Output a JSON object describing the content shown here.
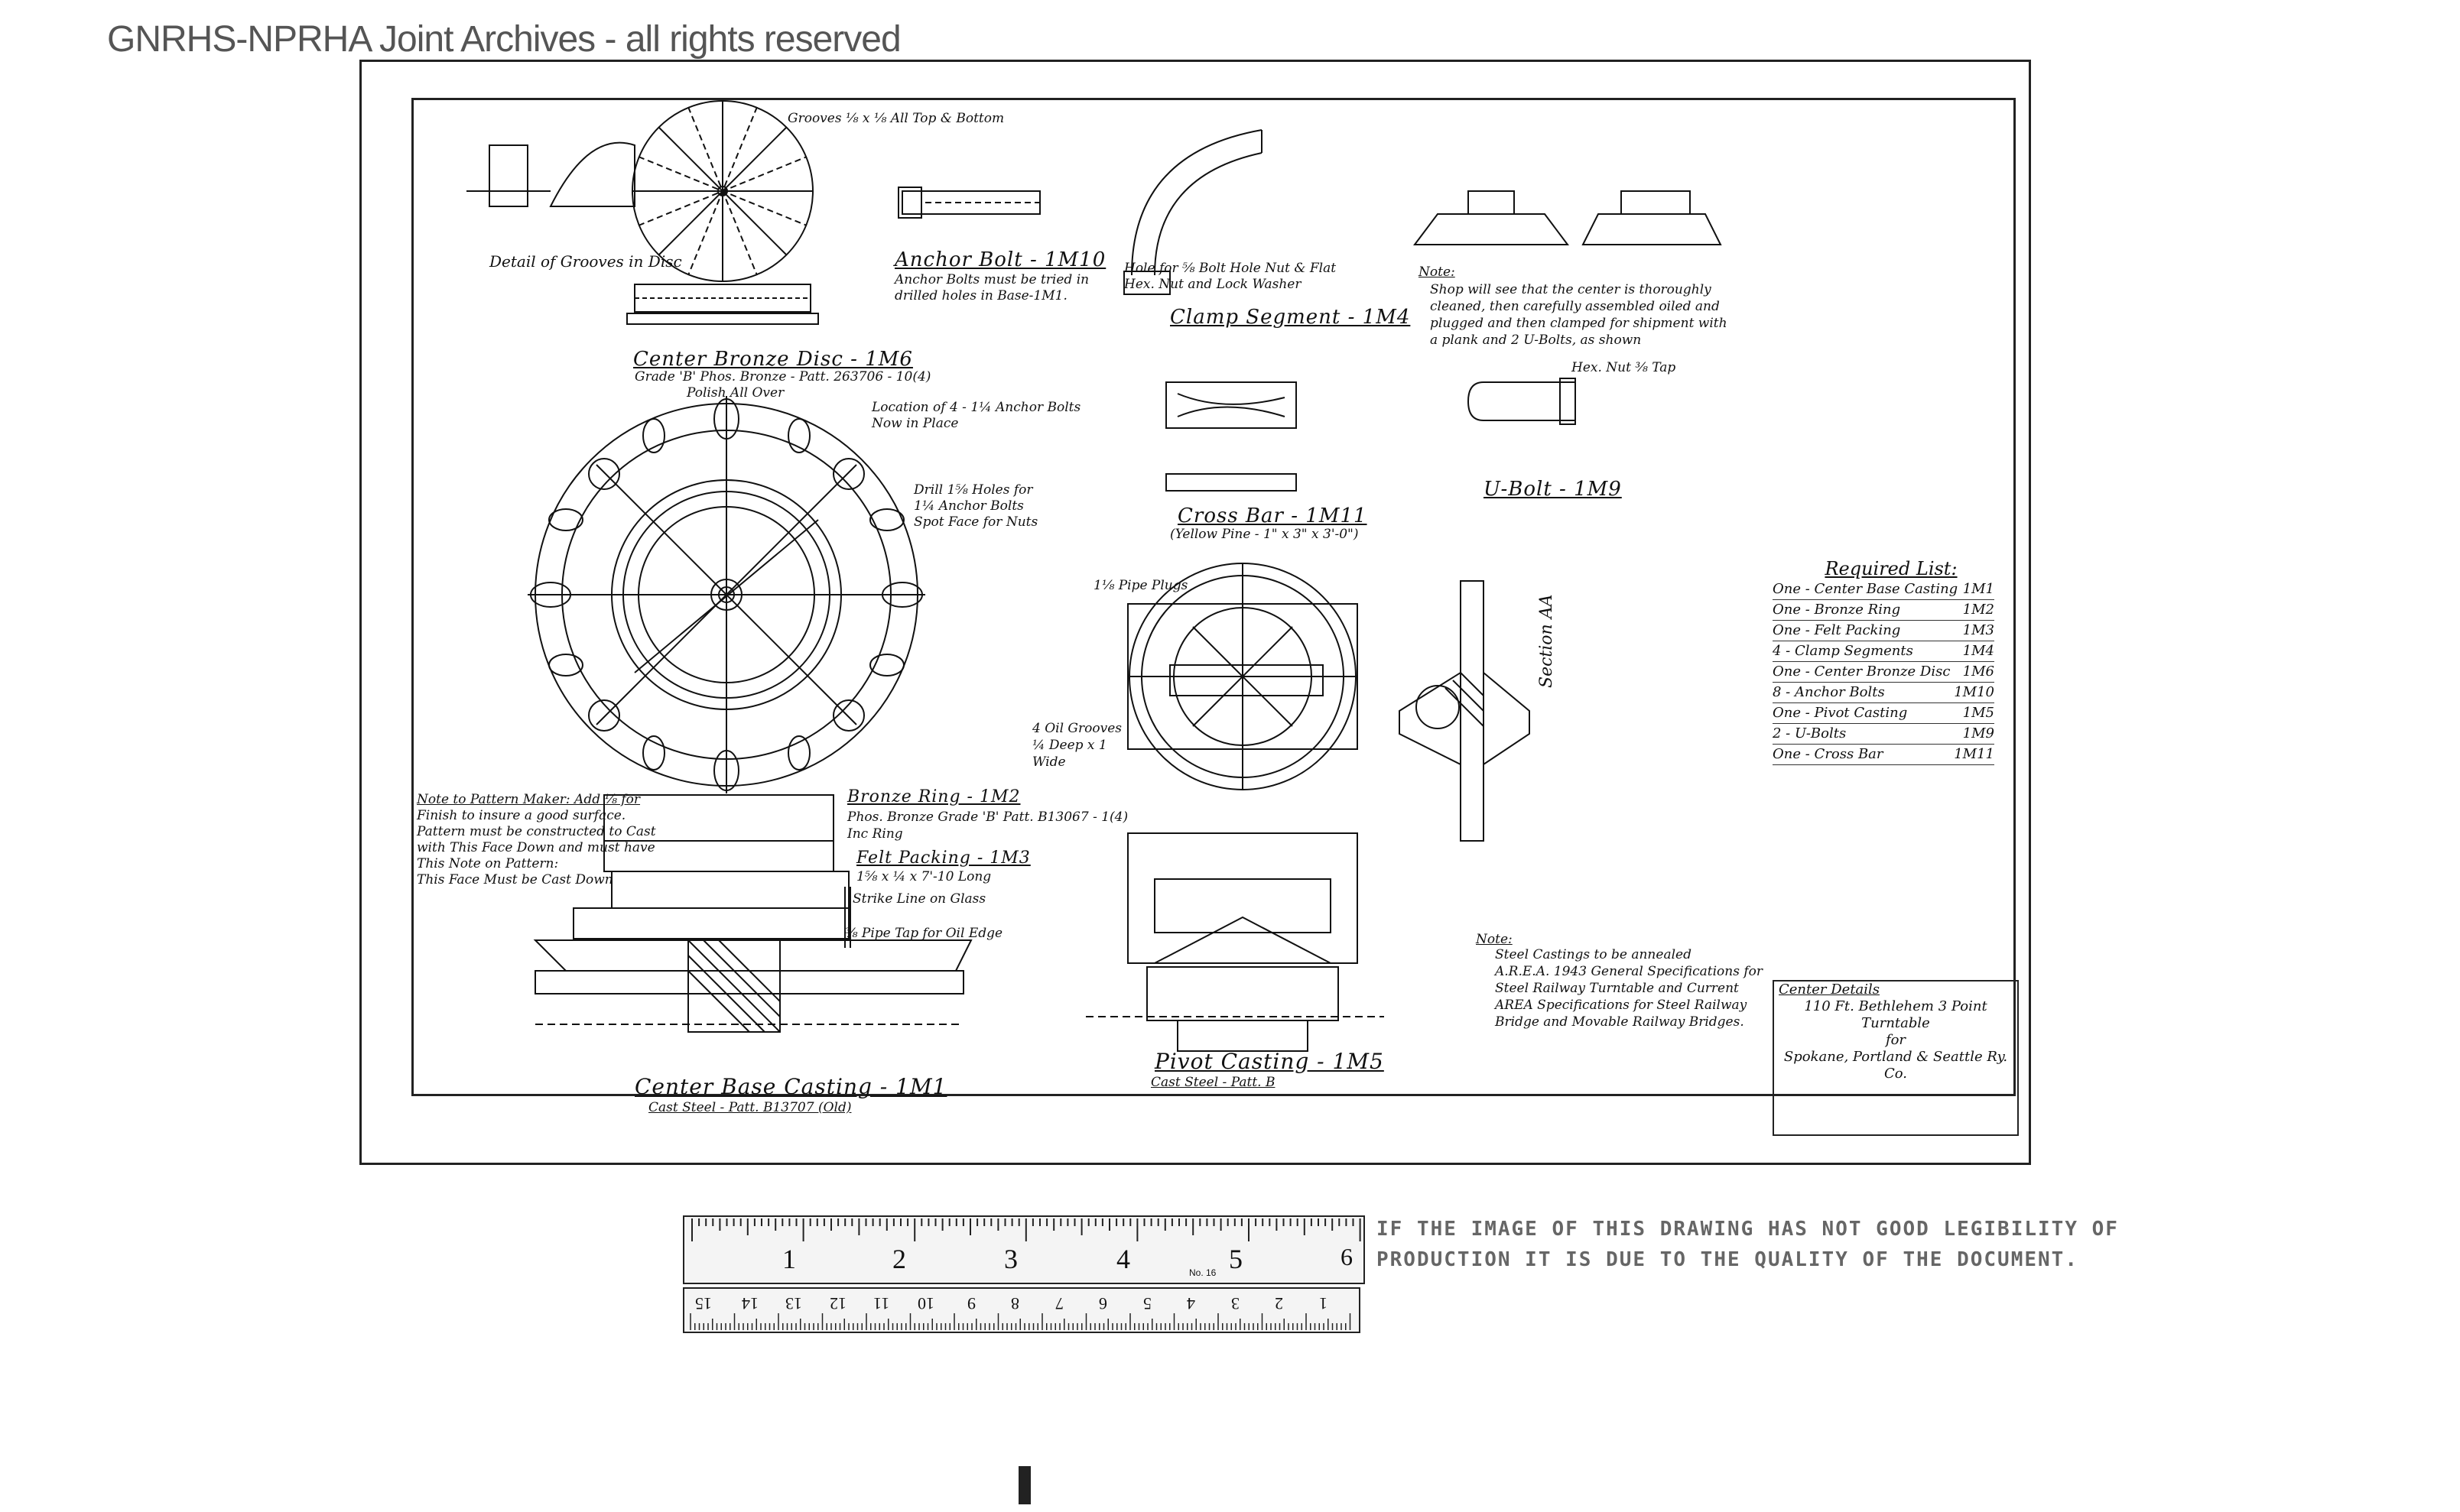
{
  "watermark": "GNRHS-NPRHA Joint Archives - all rights reserved",
  "views": {
    "grooves_detail": "Detail of Grooves in Disc",
    "grooves_note": "Grooves ⅛ x ⅛ All Top & Bottom",
    "center_bronze_disc": "Center Bronze Disc - 1M6",
    "center_bronze_disc_note_1": "Grade 'B' Phos. Bronze - Patt. 263706 - 10(4)",
    "center_bronze_disc_note_2": "Polish All Over",
    "anchor_bolt": "Anchor Bolt - 1M10",
    "anchor_bolt_note_1": "Anchor Bolts must be tried in",
    "anchor_bolt_note_2": "drilled holes in Base-1M1.",
    "clamp_segment": "Clamp Segment - 1M4",
    "clamp_segment_note_1": "Hole for ⅝ Bolt Hole Nut & Flat",
    "clamp_segment_note_2": "Hex. Nut and Lock Washer",
    "cross_bar": "Cross Bar - 1M11",
    "cross_bar_note": "(Yellow Pine - 1\" x 3\" x 3'-0\")",
    "u_bolt": "U-Bolt - 1M9",
    "u_bolt_note": "Hex. Nut ⅜ Tap",
    "anchor_location_1": "Location of 4 - 1¼ Anchor Bolts",
    "anchor_location_2": "Now in Place",
    "drill_note_1": "Drill 1⅝ Holes for",
    "drill_note_2": "1¼ Anchor Bolts",
    "drill_note_3": "Spot Face for Nuts",
    "center_base_casting": "Center Base Casting - 1M1",
    "center_base_casting_note": "Cast Steel - Patt. B13707 (Old)",
    "bronze_ring": "Bronze Ring - 1M2",
    "bronze_ring_note_1": "Phos. Bronze Grade 'B' Patt. B13067 - 1(4)",
    "bronze_ring_note_2": "Inc Ring",
    "felt_packing": "Felt Packing - 1M3",
    "felt_packing_note": "1⅝ x ¼ x 7'-10 Long",
    "pattern_note_1": "Note to Pattern Maker: Add ⅛ for",
    "pattern_note_2": "Finish to insure a good surface.",
    "pattern_note_3": "Pattern must be constructed to Cast",
    "pattern_note_4": "with This Face Down and must have",
    "pattern_note_5": "This Note on Pattern:",
    "pattern_note_6": "This Face Must be Cast Down",
    "pivot_casting": "Pivot Casting - 1M5",
    "pivot_casting_note": "Cast Steel - Patt. B",
    "section_aa": "Section AA",
    "oil_grooves": "4 Oil Grooves ¼ Deep x 1 Wide",
    "pipe_plugs": "1⅛ Pipe Plugs",
    "strike_line": "Strike Line on Glass",
    "pipe_tap": "⅜ Pipe Tap for Oil Edge",
    "shop_note_title": "Note:",
    "shop_note_1": "Shop will see that the center is thoroughly",
    "shop_note_2": "cleaned, then carefully assembled oiled and",
    "shop_note_3": "plugged and then clamped for shipment with",
    "shop_note_4": "a plank and 2 U-Bolts, as shown",
    "steel_note_title": "Note:",
    "steel_note_1": "Steel Castings to be annealed",
    "steel_note_2": "A.R.E.A. 1943 General Specifications for",
    "steel_note_3": "Steel Railway Turntable and Current",
    "steel_note_4": "AREA Specifications for Steel Railway",
    "steel_note_5": "Bridge and Movable Railway Bridges."
  },
  "required_list": {
    "title": "Required List:",
    "items": [
      {
        "qty": "One",
        "part": "Center Base Casting",
        "mark": "1M1"
      },
      {
        "qty": "One",
        "part": "Bronze Ring",
        "mark": "1M2"
      },
      {
        "qty": "One",
        "part": "Felt Packing",
        "mark": "1M3"
      },
      {
        "qty": "4",
        "part": "Clamp Segments",
        "mark": "1M4"
      },
      {
        "qty": "One",
        "part": "Center Bronze Disc",
        "mark": "1M6"
      },
      {
        "qty": "8",
        "part": "Anchor Bolts",
        "mark": "1M10"
      },
      {
        "qty": "One",
        "part": "Pivot Casting",
        "mark": "1M5"
      },
      {
        "qty": "2",
        "part": "U-Bolts",
        "mark": "1M9"
      },
      {
        "qty": "One",
        "part": "Cross Bar",
        "mark": "1M11"
      }
    ]
  },
  "title_block": {
    "line1": "Center Details",
    "line2": "110 Ft. Bethlehem 3 Point Turntable",
    "line3": "for",
    "line4": "Spokane, Portland & Seattle Ry. Co."
  },
  "ruler_top": {
    "numbers": [
      "1",
      "2",
      "3",
      "4",
      "5",
      "6"
    ],
    "model": "No. 16"
  },
  "ruler_bottom": {
    "numbers": [
      "1",
      "2",
      "3",
      "4",
      "5",
      "6",
      "7",
      "8",
      "9",
      "10",
      "11",
      "12",
      "13",
      "14",
      "15"
    ]
  },
  "disclaimer": {
    "line1": "IF THE IMAGE OF THIS DRAWING HAS NOT GOOD LEGIBILITY OF",
    "line2": "PRODUCTION IT IS DUE TO THE QUALITY OF THE DOCUMENT."
  }
}
